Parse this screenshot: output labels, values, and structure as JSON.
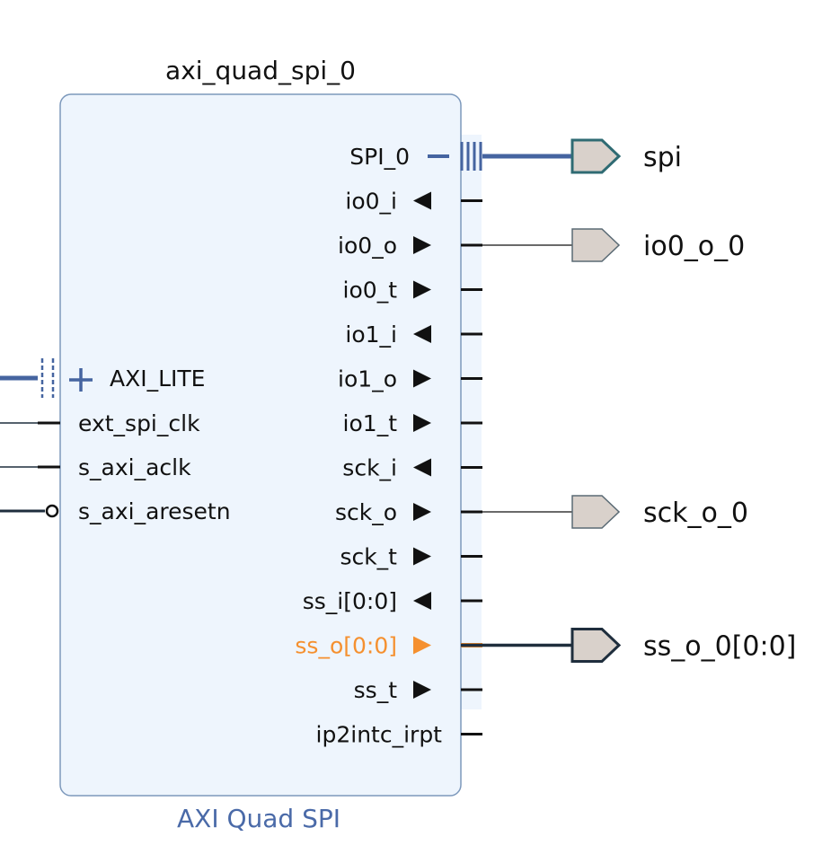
{
  "block": {
    "instance_name": "axi_quad_spi_0",
    "ip_name": "AXI Quad SPI"
  },
  "colors": {
    "block_fill": "#eef5fd",
    "block_border": "#7d99bc",
    "bus": "#4564a0",
    "text": "#111111",
    "ip_name": "#4a6aa8",
    "highlight": "#f5902f",
    "port_fill": "#d9d1cb",
    "port_border": "#5a6a74",
    "ss_bus": "#1f2e3d",
    "spi_port_border": "#2f6b73"
  },
  "left_pins": [
    {
      "label": "AXI_LITE",
      "kind": "bus"
    },
    {
      "label": "ext_spi_clk",
      "kind": "wire"
    },
    {
      "label": "s_axi_aclk",
      "kind": "wire"
    },
    {
      "label": "s_axi_aresetn",
      "kind": "negated"
    }
  ],
  "right_pins": [
    {
      "label": "SPI_0",
      "dir": "bus"
    },
    {
      "label": "io0_i",
      "dir": "in"
    },
    {
      "label": "io0_o",
      "dir": "out"
    },
    {
      "label": "io0_t",
      "dir": "out"
    },
    {
      "label": "io1_i",
      "dir": "in"
    },
    {
      "label": "io1_o",
      "dir": "out"
    },
    {
      "label": "io1_t",
      "dir": "out"
    },
    {
      "label": "sck_i",
      "dir": "in"
    },
    {
      "label": "sck_o",
      "dir": "out"
    },
    {
      "label": "sck_t",
      "dir": "out"
    },
    {
      "label": "ss_i[0:0]",
      "dir": "in"
    },
    {
      "label": "ss_o[0:0]",
      "dir": "out",
      "highlight": true
    },
    {
      "label": "ss_t",
      "dir": "out"
    },
    {
      "label": "ip2intc_irpt",
      "dir": "none"
    }
  ],
  "external_ports": [
    {
      "label": "spi",
      "connects_to": "SPI_0",
      "style": "bus"
    },
    {
      "label": "io0_o_0",
      "connects_to": "io0_o",
      "style": "thin"
    },
    {
      "label": "sck_o_0",
      "connects_to": "sck_o",
      "style": "thin"
    },
    {
      "label": "ss_o_0[0:0]",
      "connects_to": "ss_o[0:0]",
      "style": "thick"
    }
  ]
}
